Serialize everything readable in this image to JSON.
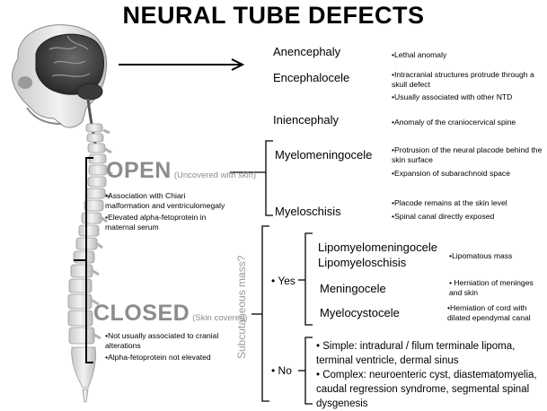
{
  "title": "NEURAL TUBE DEFECTS",
  "conditions": {
    "anencephaly": {
      "name": "Anencephaly",
      "notes": [
        "•Lethal anomaly"
      ]
    },
    "encephalocele": {
      "name": "Encephalocele",
      "notes": [
        "•Intracranial structures protrude through a skull defect",
        "•Usually associated with other NTD"
      ]
    },
    "iniencephaly": {
      "name": "Iniencephaly",
      "notes": [
        "•Anomaly of the craniocervical spine"
      ]
    },
    "myelomeningocele": {
      "name": "Myelomeningocele",
      "notes": [
        "•Protrusion of the neural placode behind the skin surface",
        "•Expansion of subarachnoid space"
      ]
    },
    "myeloschisis": {
      "name": "Myeloschisis",
      "notes": [
        "•Placode remains at the skin level",
        "•Spinal canal directly exposed"
      ]
    }
  },
  "open": {
    "label": "OPEN",
    "paren": "(Uncovered with skin)",
    "notes": [
      "•Association with Chiari malformation and ventriculomegaly",
      "•Elevated alpha-fetoprotein in maternal serum"
    ]
  },
  "closed": {
    "label": "CLOSED",
    "paren": "(Skin covered)",
    "notes": [
      "•Not usually associated to cranial alterations",
      "•Alpha-fetoprotein not elevated"
    ],
    "question": "Subcutaneous mass?",
    "yes_label": "• Yes",
    "no_label": "• No",
    "yes": {
      "lipo1": "Lipomyelomeningocele",
      "lipo2": "Lipomyeloschisis",
      "lipo_note": "•Lipomatous mass",
      "meningocele": "Meningocele",
      "meningocele_note": "• Herniation of meninges and skin",
      "myelocystocele": "Myelocystocele",
      "myelocystocele_note": "•Herniation of cord with dilated ependymal canal"
    },
    "no": [
      "• Simple: intradural / filum terminale lipoma, terminal ventricle, dermal sinus",
      "• Complex: neuroenteric cyst, diastematomyelia, caudal regression syndrome, segmental spinal dysgenesis"
    ]
  }
}
